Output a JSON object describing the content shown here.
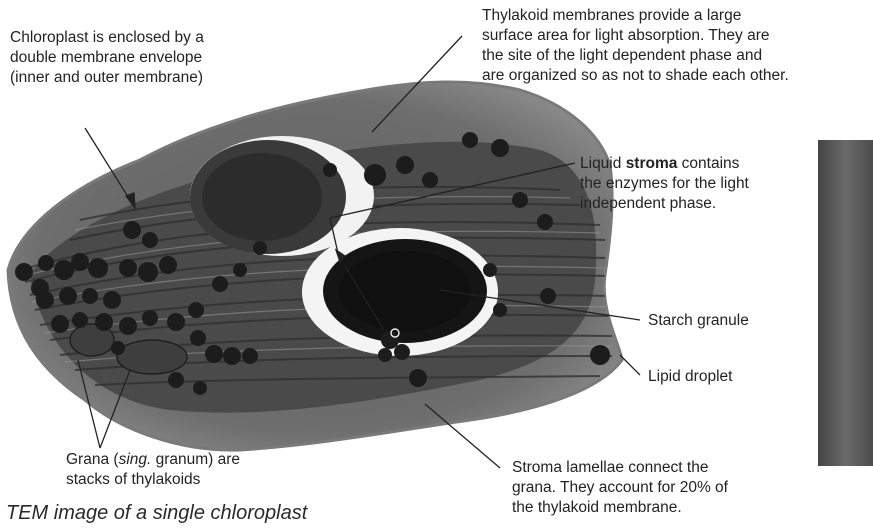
{
  "labels": {
    "envelope": {
      "lines": [
        "Chloroplast is enclosed by a",
        "double membrane envelope",
        "(inner and outer membrane)"
      ]
    },
    "thylakoid": {
      "lines": [
        "Thylakoid membranes provide a large",
        "surface area for light absorption. They are",
        "the site of the light dependent phase and",
        "are organized so as not to shade each other."
      ]
    },
    "stroma": {
      "prefix": "Liquid ",
      "bold": "stroma",
      "suffix": " contains",
      "lines": [
        "the enzymes for the light",
        "independent phase."
      ]
    },
    "starch": {
      "text": "Starch granule"
    },
    "lipid": {
      "text": "Lipid droplet"
    },
    "grana": {
      "line1_prefix": "Grana (",
      "line1_italic": "sing.",
      "line1_suffix": " granum) are",
      "line2": "stacks of thylakoids"
    },
    "lamellae": {
      "lines": [
        "Stroma lamellae connect the",
        "grana. They account for 20% of",
        "the thylakoid membrane."
      ]
    }
  },
  "caption": "TEM image of a single chloroplast",
  "colors": {
    "chloroplast_outer": "#8a8a8a",
    "chloroplast_inner": "#4a4a4a",
    "starch_dark": "#1a1a1a",
    "halo": "#f4f4f4",
    "leader_line": "#222222",
    "side_image": "#5a5a5a"
  }
}
